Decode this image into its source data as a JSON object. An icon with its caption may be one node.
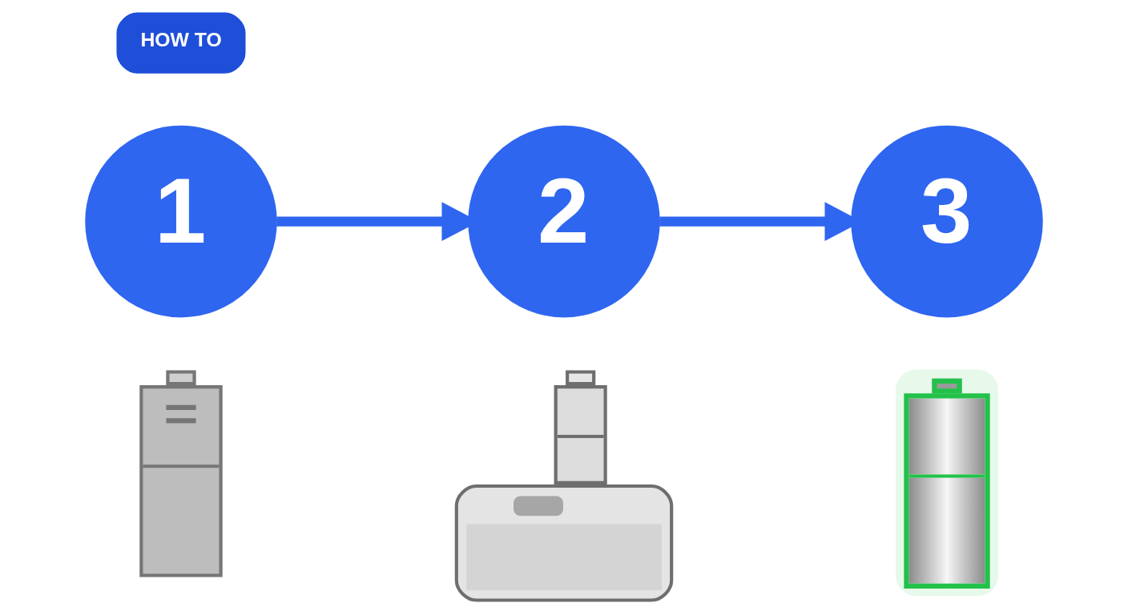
{
  "diagram": {
    "nodes": [
      {
        "text": [
          "HOW TO"
        ]
      },
      {
        "text": [
          "1"
        ]
      },
      {
        "text": [
          "2"
        ]
      },
      {
        "text": [
          "3"
        ]
      },
      {
        "text": [],
        "shape": "picture"
      },
      {
        "text": [],
        "shape": "picture"
      },
      {
        "text": [],
        "shape": "picture"
      }
    ],
    "edges": [
      {
        "from": 1,
        "to": 2,
        "arrow": "to"
      },
      {
        "from": 2,
        "to": 3,
        "arrow": "to"
      }
    ]
  }
}
